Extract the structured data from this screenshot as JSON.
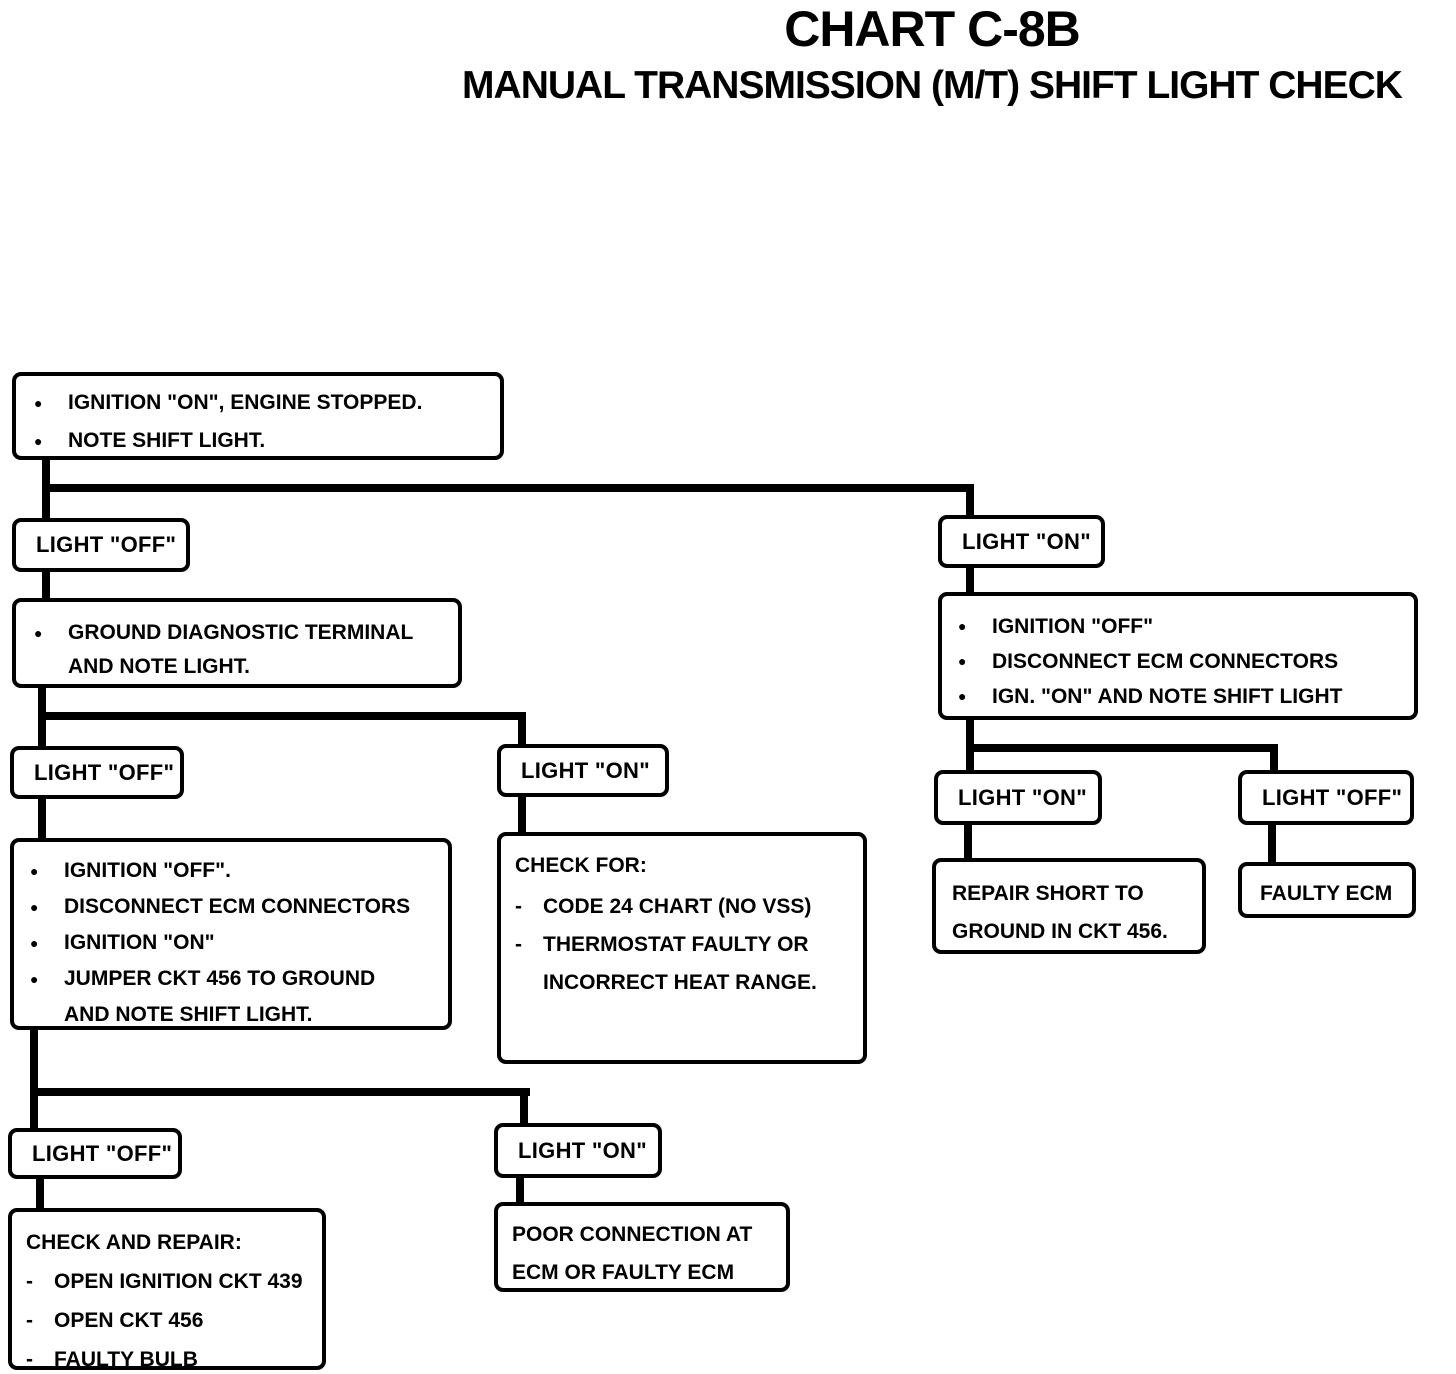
{
  "title": "CHART C-8B",
  "subtitle": "MANUAL TRANSMISSION (M/T) SHIFT LIGHT CHECK",
  "icons": {
    "bullet": "●",
    "dash": "-"
  },
  "colors": {
    "ink": "#000000",
    "paper": "#ffffff"
  },
  "nodes": {
    "start": {
      "items": [
        [
          "IGNITION \"ON\", ENGINE STOPPED."
        ],
        [
          "NOTE SHIFT LIGHT."
        ]
      ]
    },
    "light_off_1": {
      "label": "LIGHT \"OFF\""
    },
    "ground": {
      "items": [
        [
          "GROUND DIAGNOSTIC TERMINAL",
          "AND NOTE LIGHT."
        ]
      ]
    },
    "light_off_2": {
      "label": "LIGHT \"OFF\""
    },
    "light_on_mid": {
      "label": "LIGHT \"ON\""
    },
    "jumper": {
      "items": [
        [
          "IGNITION \"OFF\"."
        ],
        [
          "DISCONNECT ECM CONNECTORS"
        ],
        [
          "IGNITION \"ON\""
        ],
        [
          "JUMPER CKT 456 TO GROUND",
          "AND NOTE SHIFT LIGHT."
        ]
      ]
    },
    "check_for": {
      "heading": "CHECK FOR:",
      "items": [
        [
          "CODE 24 CHART (NO VSS)"
        ],
        [
          "THERMOSTAT FAULTY OR",
          "INCORRECT HEAT RANGE."
        ]
      ]
    },
    "light_off_bottom": {
      "label": "LIGHT \"OFF\""
    },
    "light_on_bottom": {
      "label": "LIGHT \"ON\""
    },
    "check_repair": {
      "heading": "CHECK AND REPAIR:",
      "items": [
        [
          "OPEN IGNITION CKT 439"
        ],
        [
          "OPEN CKT 456"
        ],
        [
          "FAULTY BULB"
        ]
      ]
    },
    "poor_connection": {
      "lines": [
        "POOR CONNECTION AT",
        "ECM OR FAULTY ECM"
      ]
    },
    "light_on_right": {
      "label": "LIGHT \"ON\""
    },
    "ign_off_right": {
      "items": [
        [
          "IGNITION \"OFF\""
        ],
        [
          "DISCONNECT ECM CONNECTORS"
        ],
        [
          "IGN. \"ON\" AND NOTE SHIFT LIGHT"
        ]
      ]
    },
    "light_on_4": {
      "label": "LIGHT \"ON\""
    },
    "light_off_4": {
      "label": "LIGHT \"OFF\""
    },
    "repair_short": {
      "lines": [
        "REPAIR SHORT TO",
        "GROUND IN CKT 456."
      ]
    },
    "faulty_ecm": {
      "lines": [
        "FAULTY ECM"
      ]
    }
  }
}
